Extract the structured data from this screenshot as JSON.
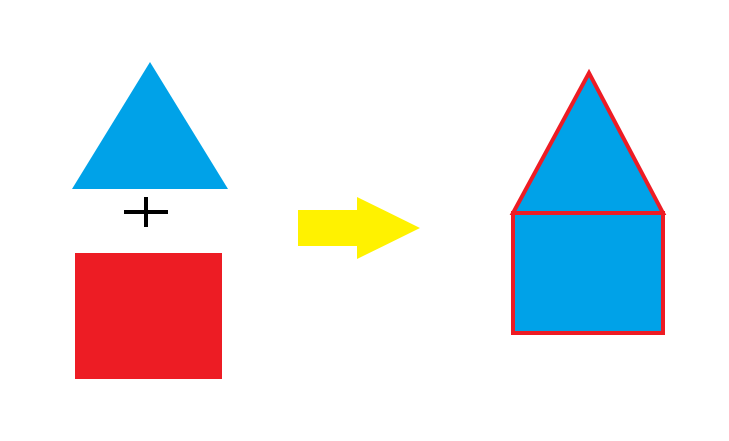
{
  "diagram": {
    "left_group": {
      "triangle": {
        "shape": "triangle",
        "fill": "#00A2E8"
      },
      "plus_sign": {
        "symbol": "plus",
        "color": "#000000"
      },
      "square": {
        "shape": "square",
        "fill": "#ED1C24"
      }
    },
    "arrow": {
      "direction": "right",
      "color": "#FFF200"
    },
    "result_house": {
      "roof": {
        "shape": "triangle",
        "fill": "#00A2E8",
        "stroke": "#ED1C24"
      },
      "body": {
        "shape": "square",
        "fill": "#00A2E8",
        "stroke": "#ED1C24"
      }
    }
  }
}
